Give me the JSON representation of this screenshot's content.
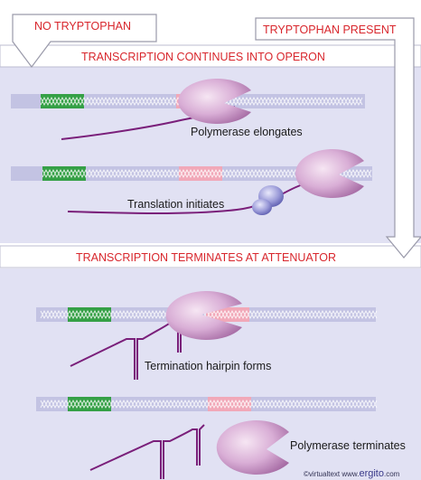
{
  "colors": {
    "panel": "#e1e1f3",
    "dna_track": "#c3c3e3",
    "leader_green": "#35a046",
    "attenuator_pink": "#f1a8b8",
    "header_red": "#d8262c",
    "mrna_purple": "#7a1f7a",
    "polymerase_pink": "#d9aed6",
    "ribosome_blue": "#9a9ad8"
  },
  "conditions": {
    "no_trp": "NO TRYPTOPHAN",
    "trp_present": "TRYPTOPHAN PRESENT"
  },
  "headers": {
    "continues": "TRANSCRIPTION CONTINUES INTO OPERON",
    "terminates": "TRANSCRIPTION TERMINATES AT ATTENUATOR"
  },
  "labels": {
    "elongates": "Polymerase elongates",
    "translation": "Translation initiates",
    "hairpin": "Termination hairpin forms",
    "terminates": "Polymerase terminates"
  },
  "credit": {
    "prefix": "©virtualtext  www.",
    "brand": "ergito",
    "suffix": ".com"
  }
}
